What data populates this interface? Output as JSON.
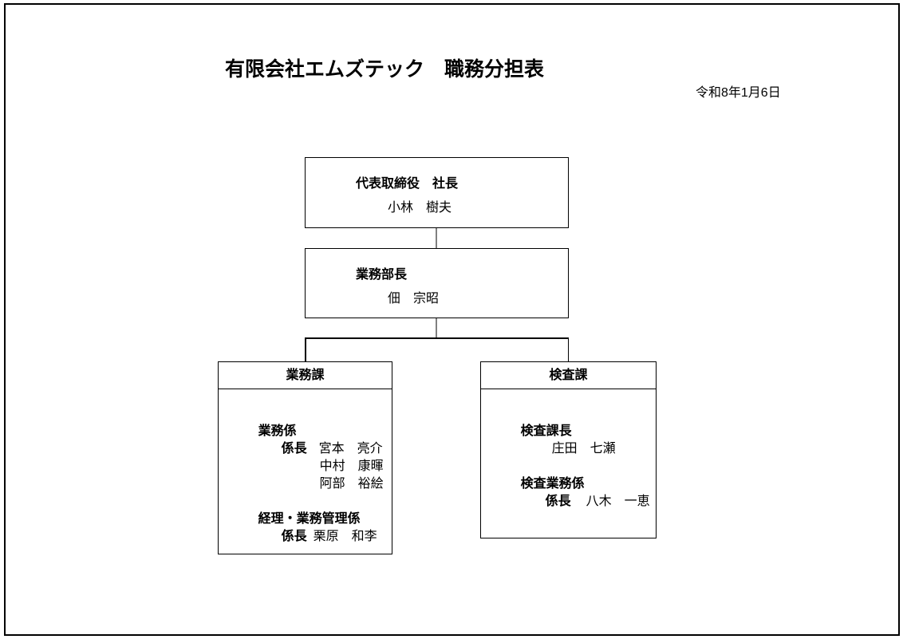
{
  "page": {
    "title": "有限会社エムズテック　職務分担表",
    "date": "令和8年1月6日"
  },
  "org": {
    "ceo": {
      "title": "代表取締役　社長",
      "name": "小林　樹夫"
    },
    "manager": {
      "title": "業務部長",
      "name": "佃　宗昭"
    },
    "dept_gyomu": {
      "header": "業務課",
      "section1_title": "業務係",
      "section1_role": "係長",
      "section1_members": [
        "宮本　亮介",
        "中村　康暉",
        "阿部　裕絵"
      ],
      "section2_title": "経理・業務管理係",
      "section2_role": "係長",
      "section2_member": "栗原　和李"
    },
    "dept_kensa": {
      "header": "検査課",
      "section1_title": "検査課長",
      "section1_member": "庄田　七瀬",
      "section2_title": "検査業務係",
      "section2_role": "係長",
      "section2_member": "八木　一恵"
    }
  },
  "colors": {
    "border": "#000000",
    "connector_gray": "#808080",
    "background": "#ffffff"
  }
}
